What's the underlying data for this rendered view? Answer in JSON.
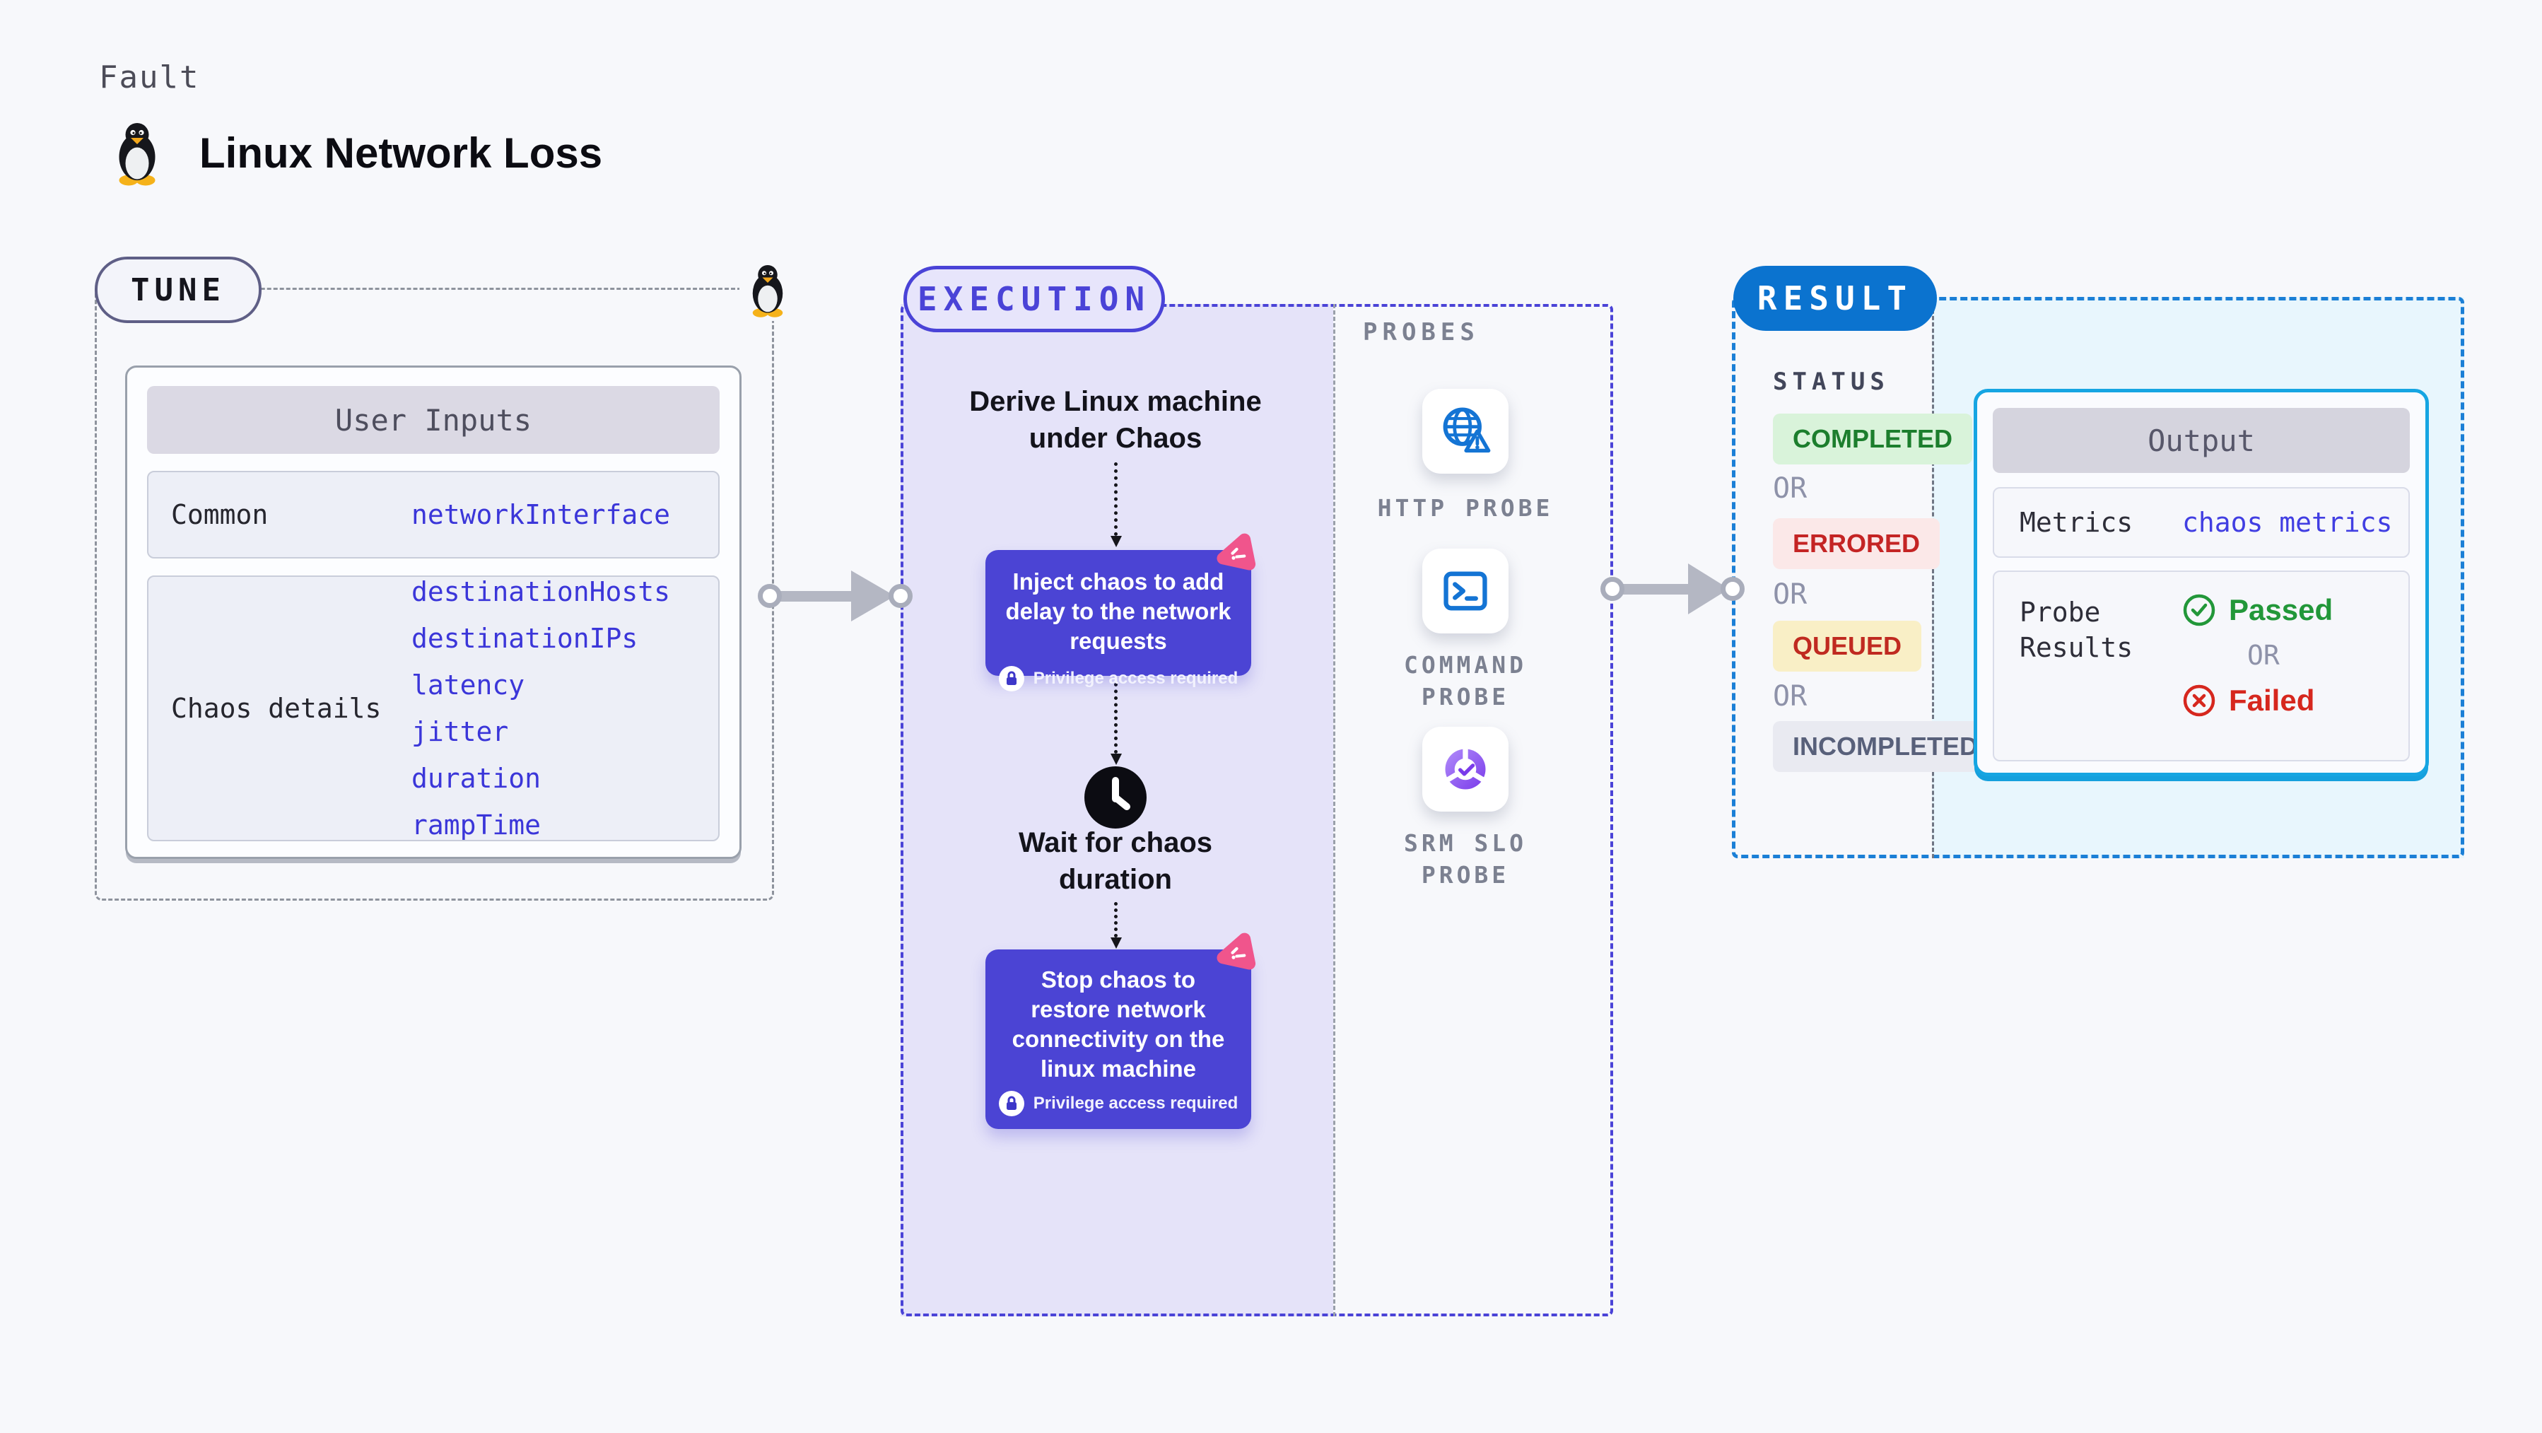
{
  "colors": {
    "page_bg": "#f7f8fb",
    "indigo_accent": "#4a43d7",
    "node_bg": "#4b44d4",
    "lavender_bg": "#e5e3f9",
    "chaos_pink": "#f0558c",
    "probe_blue": "#1474d4",
    "srm_purple": "#7a3bea",
    "result_blue": "#0b73cf",
    "result_dash": "#1b7fd6",
    "result_cyan_bg": "#e8f6fd",
    "output_border": "#16a5e2",
    "completed_green": "#1c7e2d",
    "errored_red": "#c42424",
    "passed_green": "#229739",
    "failed_red": "#d6271e",
    "arrow_gray": "#b4b7c3"
  },
  "header": {
    "eyebrow": "Fault",
    "title": "Linux Network Loss",
    "icon": "tux-penguin-icon"
  },
  "tune": {
    "badge": "TUNE",
    "table": {
      "header": "User Inputs",
      "rows": [
        {
          "label": "Common",
          "params": [
            "networkInterface"
          ]
        },
        {
          "label": "Chaos details",
          "params": [
            "destinationHosts",
            "destinationIPs",
            "latency",
            "jitter",
            "duration",
            "rampTime"
          ]
        }
      ]
    }
  },
  "execution": {
    "badge": "EXECUTION",
    "steps": [
      {
        "text": "Derive Linux machine under Chaos"
      },
      {
        "text": "Inject chaos to add delay to the network requests",
        "note": "Privilege access required"
      },
      {
        "text": "Wait for chaos duration"
      },
      {
        "text": "Stop chaos to restore network connectivity on the linux machine",
        "note": "Privilege access required"
      }
    ]
  },
  "probes": {
    "label": "PROBES",
    "items": [
      {
        "label": "HTTP PROBE",
        "icon": "globe-alert-icon"
      },
      {
        "label": "COMMAND PROBE",
        "icon": "terminal-icon"
      },
      {
        "label": "SRM SLO PROBE",
        "icon": "slo-donut-check-icon"
      }
    ]
  },
  "result": {
    "badge": "RESULT",
    "status_label": "STATUS",
    "or": "OR",
    "statuses": [
      {
        "label": "COMPLETED"
      },
      {
        "label": "ERRORED"
      },
      {
        "label": "QUEUED"
      },
      {
        "label": "INCOMPLETED"
      }
    ],
    "output": {
      "header": "Output",
      "metrics_label": "Metrics",
      "metrics_value": "chaos metrics",
      "probe_label": "Probe Results",
      "passed": "Passed",
      "or": "OR",
      "failed": "Failed"
    }
  }
}
